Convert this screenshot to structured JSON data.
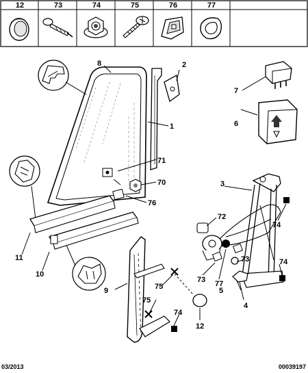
{
  "header_parts": [
    {
      "ref": "12",
      "icon": "grommet-icon"
    },
    {
      "ref": "73",
      "icon": "push-rivet-icon"
    },
    {
      "ref": "74",
      "icon": "flange-nut-icon"
    },
    {
      "ref": "75",
      "icon": "self-tapping-screw-icon"
    },
    {
      "ref": "76",
      "icon": "retaining-clip-icon"
    },
    {
      "ref": "77",
      "icon": "seal-ring-icon"
    }
  ],
  "callouts": {
    "c1": "1",
    "c2": "2",
    "c3": "3",
    "c4": "4",
    "c5": "5",
    "c6": "6",
    "c7": "7",
    "c8": "8",
    "c9": "9",
    "c10": "10",
    "c11": "11",
    "c12": "12",
    "c70": "70",
    "c71": "71",
    "c72": "72",
    "c73a": "73",
    "c73b": "73",
    "c74a": "74",
    "c74b": "74",
    "c74c": "74",
    "c75a": "75",
    "c75b": "75",
    "c76": "76",
    "c77": "77"
  },
  "footer": {
    "date": "03/2013",
    "reference": "00039197"
  }
}
